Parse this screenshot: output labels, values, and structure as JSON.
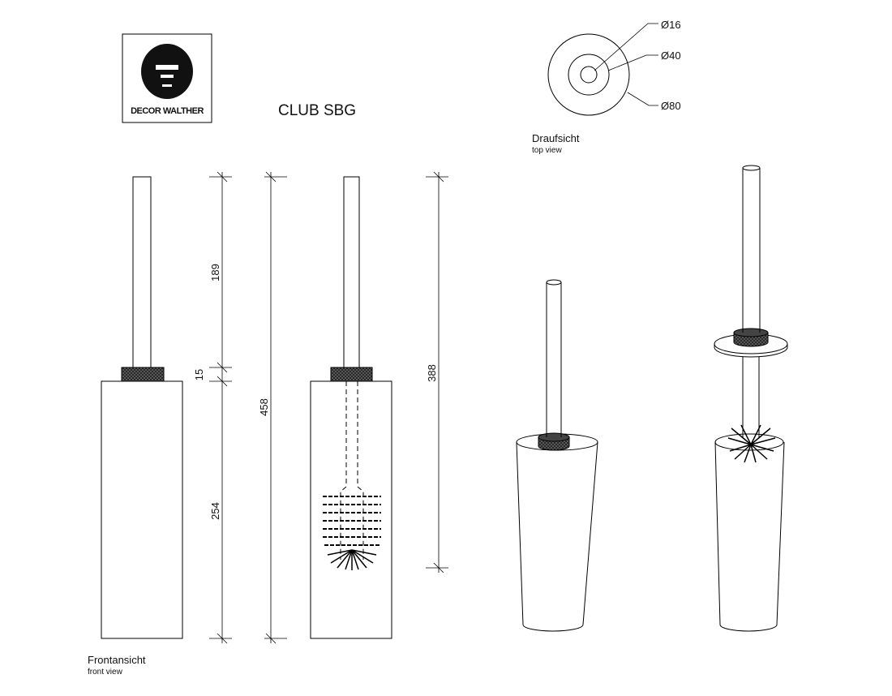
{
  "brand": {
    "logo_text": "DECOR WALTHER"
  },
  "title": "CLUB SBG",
  "top_view": {
    "label": "Draufsicht",
    "sublabel": "top view",
    "diameters": [
      "Ø16",
      "Ø40",
      "Ø80"
    ]
  },
  "front_view": {
    "label": "Frontansicht",
    "sublabel": "front view",
    "dimensions": {
      "handle": "189",
      "collar": "15",
      "body": "254",
      "total": "458",
      "brush": "388"
    }
  },
  "colors": {
    "line": "#000000",
    "background": "#ffffff",
    "knurl": "#2a2a2a"
  }
}
